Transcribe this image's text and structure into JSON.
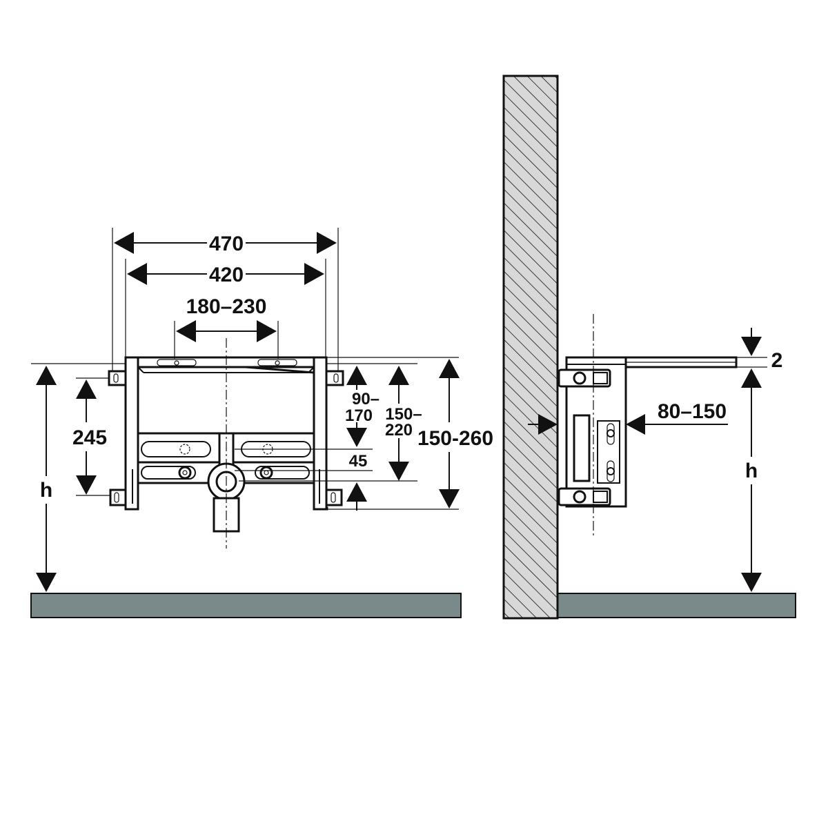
{
  "front_view": {
    "width_outer": "470",
    "width_inner": "420",
    "connection_spacing": "180–230",
    "height_245": "245",
    "range_90_170_a": "90–",
    "range_90_170_b": "170",
    "range_150_220_a": "150–",
    "range_150_220_b": "220",
    "range_150_260": "150-260",
    "offset_45": "45",
    "floor_height": "h"
  },
  "side_view": {
    "depth_range": "80–150",
    "tile_thickness": "2",
    "floor_height": "h"
  },
  "colors": {
    "floor": "#7a8a8a",
    "wall": "#d8d8d8",
    "line": "#111111"
  }
}
